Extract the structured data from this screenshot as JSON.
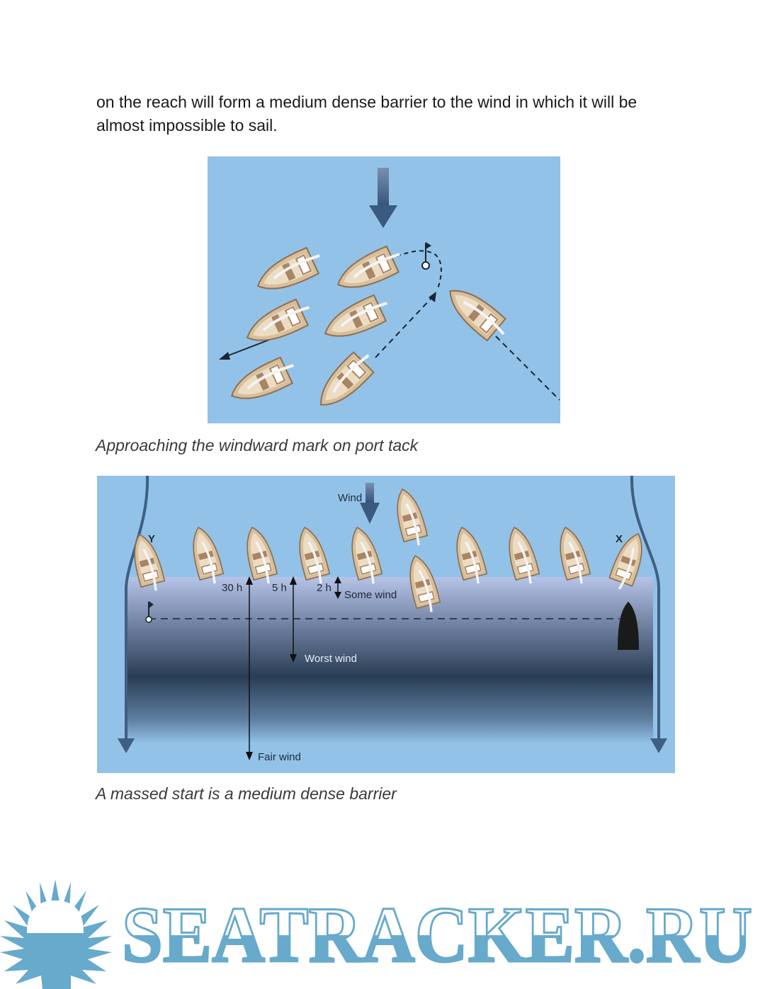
{
  "body_text": "on the reach will form a medium dense barrier to the wind in which it will be almost impossible to sail.",
  "figure1": {
    "caption": "Approaching the windward mark on port tack",
    "icons": [
      "wind-arrow-icon",
      "mark-flag-icon",
      "boat-icon"
    ]
  },
  "figure2": {
    "caption": "A massed start is a medium dense barrier",
    "labels": {
      "wind": "Wind",
      "y": "Y",
      "x": "X",
      "h30": "30 h",
      "h5": "5 h",
      "h2": "2 h",
      "some_wind": "Some wind",
      "worst_wind": "Worst wind",
      "fair_wind": "Fair wind"
    }
  },
  "logo": {
    "text": "SEATRACKER.RU",
    "color": "#67aacb"
  },
  "colors": {
    "water": "#92c2e8",
    "boat_hull": "#d9c2a2",
    "arrow": "#3f5f82"
  }
}
